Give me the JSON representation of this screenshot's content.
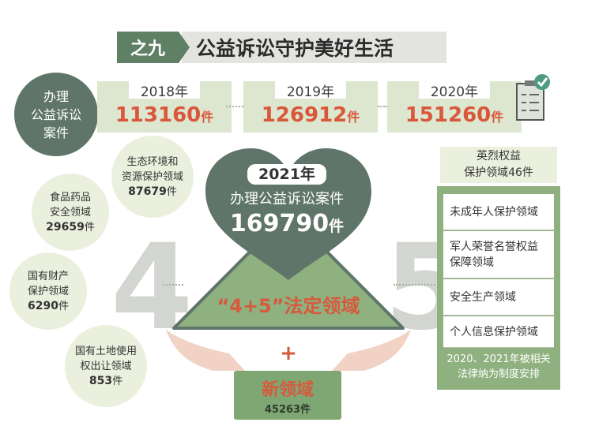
{
  "title": {
    "tag": "之九",
    "text": "公益诉讼守护美好生活"
  },
  "case_label": [
    "办理",
    "公益诉讼",
    "案件"
  ],
  "years": [
    {
      "year": "2018年",
      "count": "113160",
      "unit": "件"
    },
    {
      "year": "2019年",
      "count": "126912",
      "unit": "件"
    },
    {
      "year": "2020年",
      "count": "151260",
      "unit": "件"
    }
  ],
  "heart": {
    "year": "2021年",
    "label": "办理公益诉讼案件",
    "count": "169790",
    "unit": "件"
  },
  "legal_domains": "“4+5”法定领域",
  "big_numbers": {
    "left": "4",
    "right": "5"
  },
  "left_fields": [
    {
      "name1": "生态环境和",
      "name2": "资源保护领域",
      "count": "87679",
      "unit": "件"
    },
    {
      "name1": "食品药品",
      "name2": "安全领域",
      "count": "29659",
      "unit": "件"
    },
    {
      "name1": "国有财产",
      "name2": "保护领域",
      "count": "6290",
      "unit": "件"
    },
    {
      "name1": "国有土地使用",
      "name2": "权出让领域",
      "count": "853",
      "unit": "件"
    }
  ],
  "right_top": {
    "line1": "英烈权益",
    "line2": "保护领域46件"
  },
  "right_list": [
    "未成年人保护领域",
    "军人荣誉名誉权益保障领域",
    "安全生产领域",
    "个人信息保护领域"
  ],
  "right_note": "2020、2021年被相关法律纳为制度安排",
  "plus": "+",
  "new_domain": {
    "label": "新领域",
    "count": "45263",
    "unit": "件"
  },
  "colors": {
    "accent": "#d9573b",
    "dark_green": "#5f756a",
    "light_green": "#dde6cf",
    "mid_green": "#8fb07f"
  },
  "icons": [
    "checklist-icon",
    "hands-icon"
  ]
}
